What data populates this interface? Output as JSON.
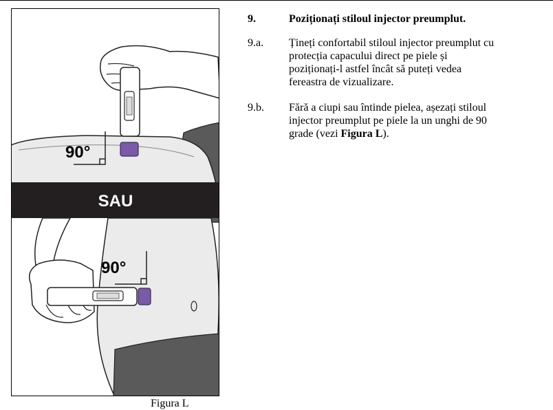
{
  "step": {
    "number": "9.",
    "title": "Poziționați stiloul injector preumplut.",
    "items": [
      {
        "number": "9.a.",
        "text": "Țineți confortabil stiloul injector preumplut cu\nprotecția capacului direct pe piele și\npoziționați-l astfel încât să puteți vedea\nfereastra de vizualizare."
      },
      {
        "number": "9.b.",
        "text_before": "Fără a ciupi sau întinde pielea, așezați stiloul\ninjector preumplut pe piele la un unghi de 90\ngrade (vezi ",
        "figure_ref": "Figura L",
        "text_after": ")."
      }
    ]
  },
  "figure": {
    "separator_label": "SAU",
    "angle_top": "90°",
    "angle_bottom": "90°",
    "caption": "Figura L",
    "colors": {
      "pen_cap": "#7b5ba8",
      "body_dark": "#5a5a5a",
      "skin": "#ebebeb",
      "band": "#231f20"
    }
  }
}
